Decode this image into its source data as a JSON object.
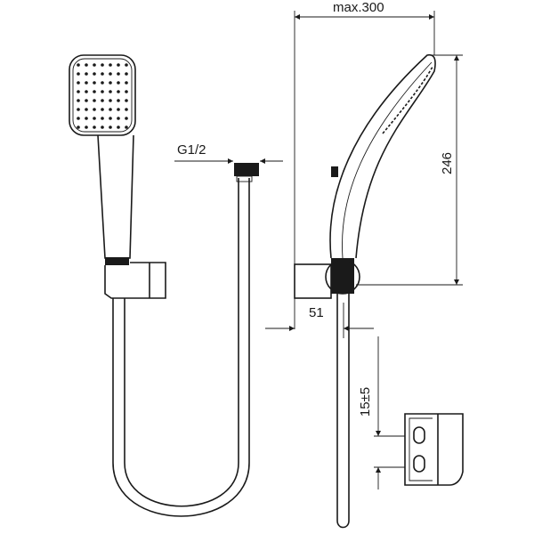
{
  "dimensions": {
    "max_width": "max.300",
    "thread": "G1/2",
    "height": "246",
    "offset": "51",
    "bracket_spacing": "15±5"
  }
}
